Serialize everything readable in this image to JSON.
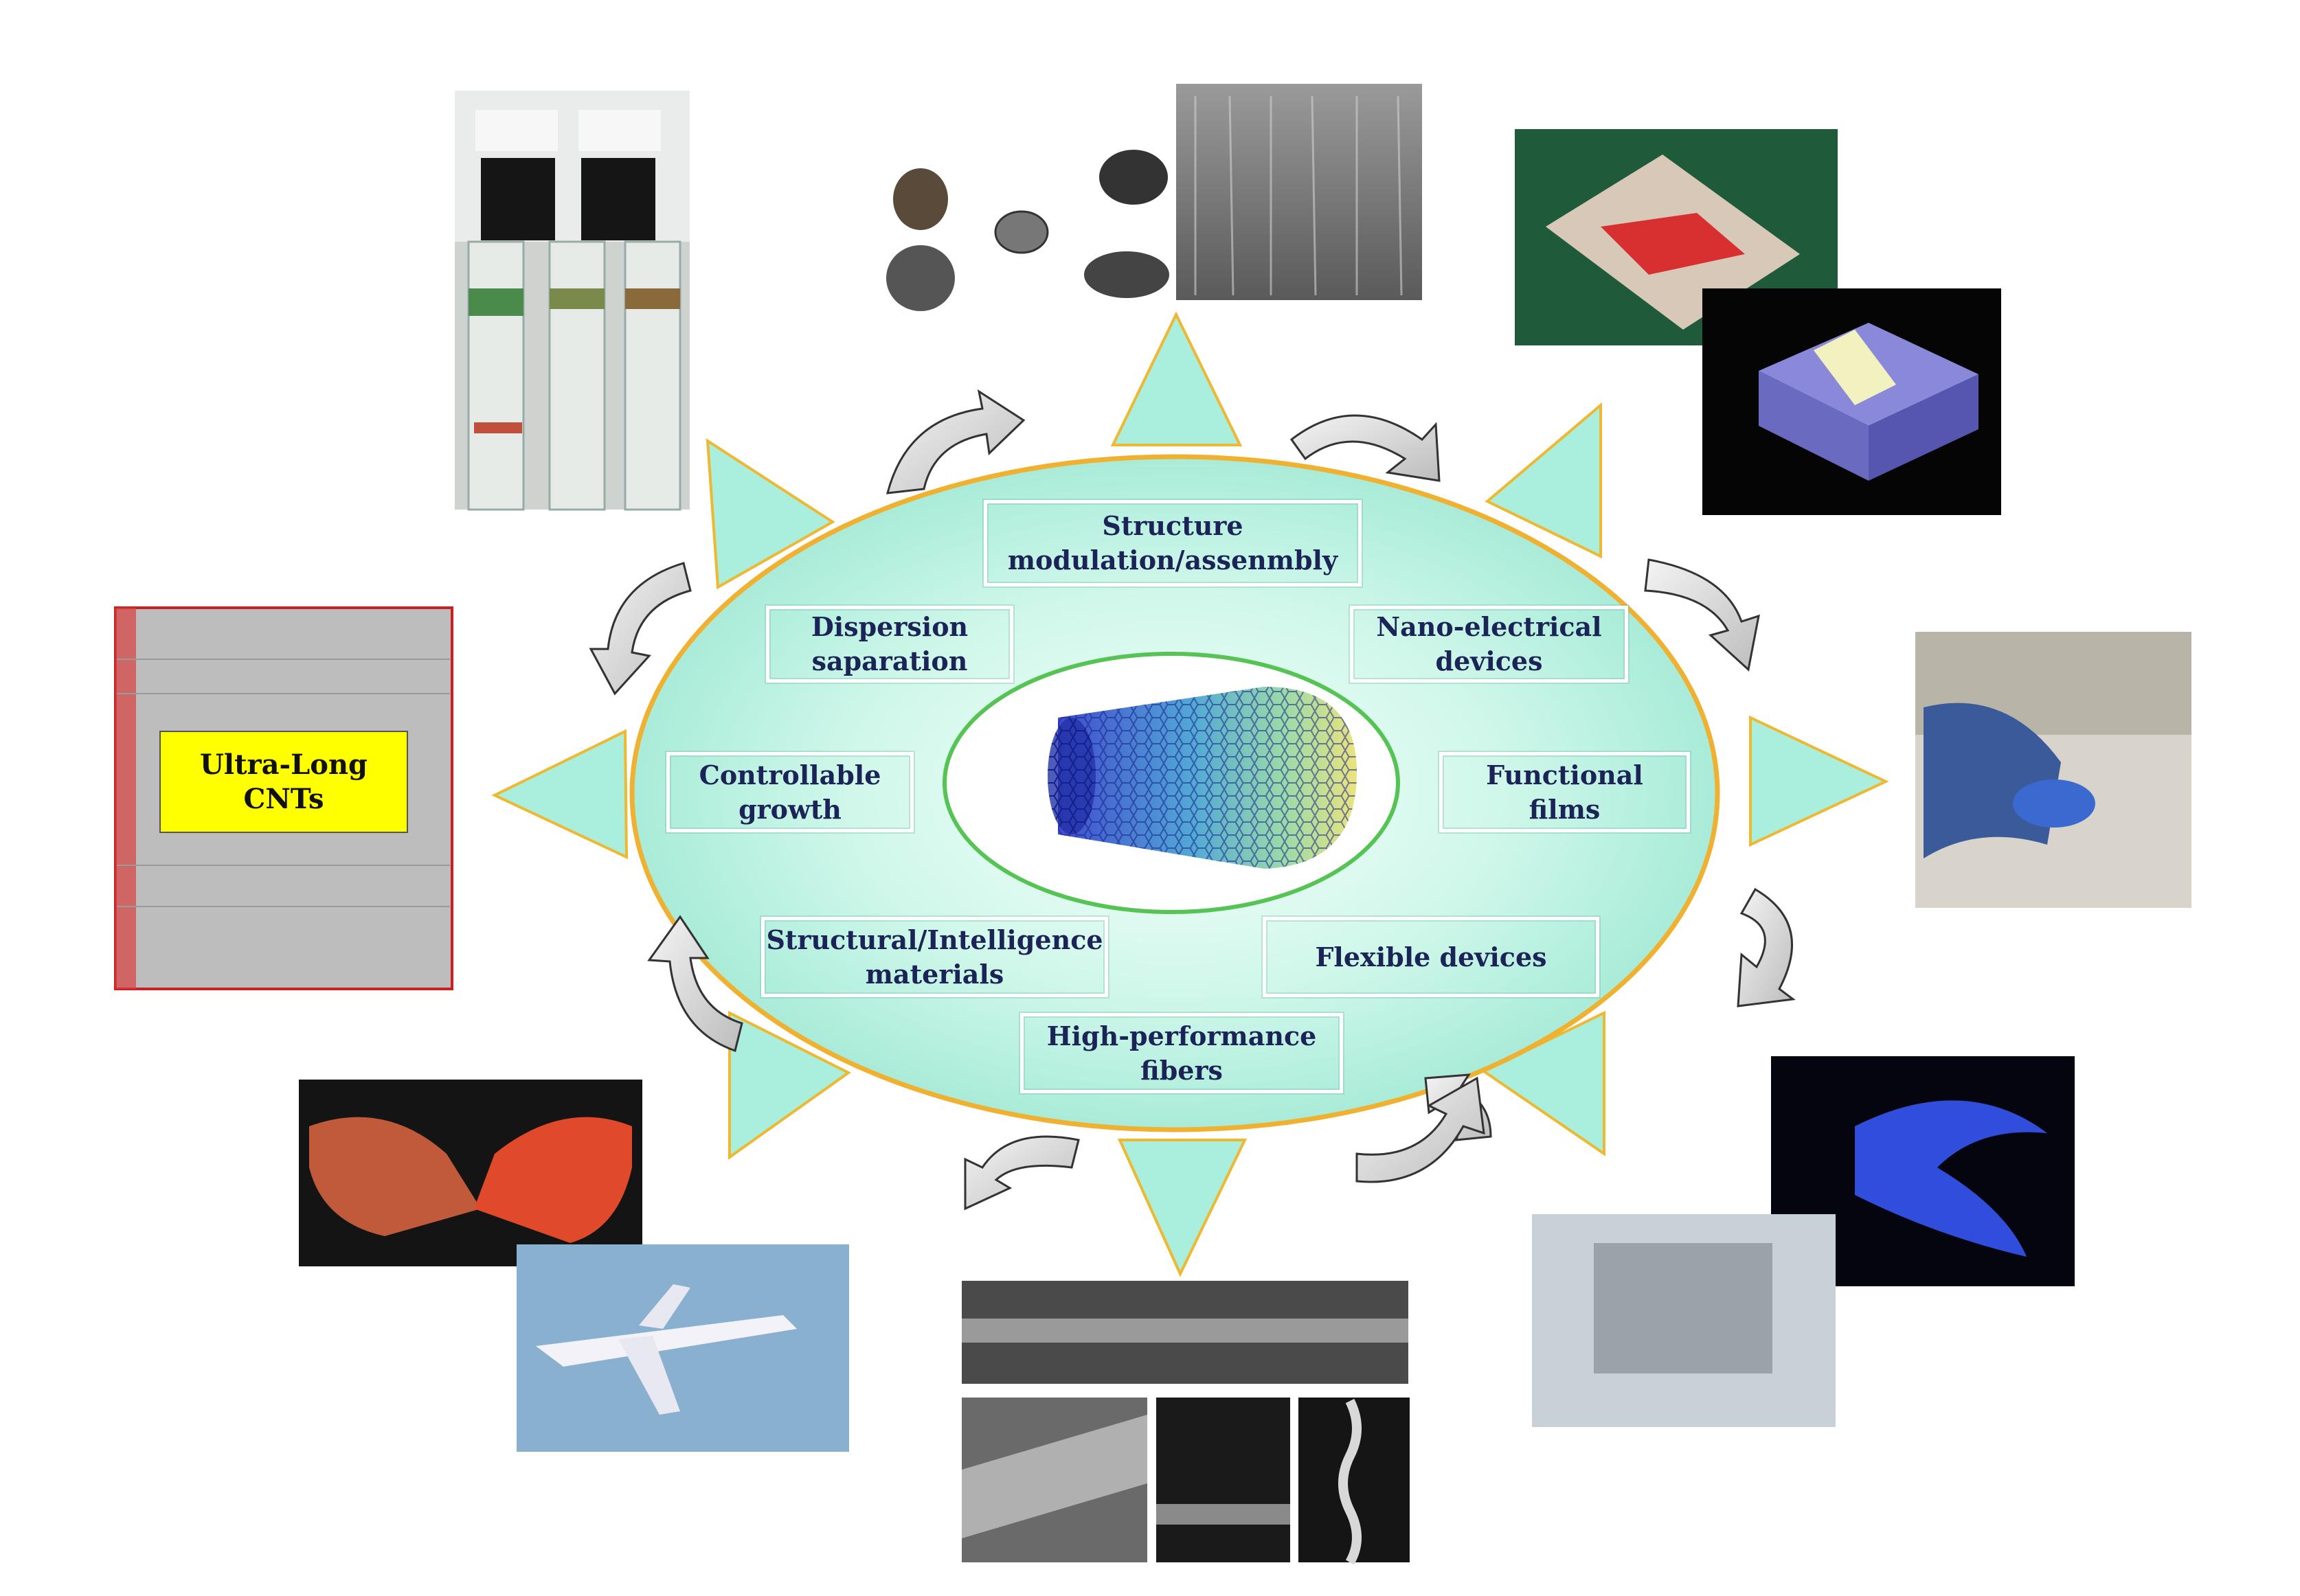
{
  "center": {
    "labels": {
      "structure": [
        "Structure",
        "modulation/assenmbly"
      ],
      "dispersion": [
        "Dispersion",
        "saparation"
      ],
      "nano_electrical": [
        "Nano-electrical",
        "devices"
      ],
      "controllable": [
        "Controllable",
        "growth"
      ],
      "functional": [
        "Functional",
        "films"
      ],
      "structural_intelligence": [
        "Structural/Intelligence",
        "materials"
      ],
      "flexible": [
        "Flexible devices"
      ],
      "fibers": [
        "High-performance",
        "fibers"
      ]
    }
  },
  "photos": {
    "ultra_long_cnts_label": [
      "Ultra-Long",
      "CNTs"
    ]
  },
  "colors": {
    "ellipse_fill": "#aef0df",
    "ellipse_border": "#f0b030",
    "inner_ring": "#55c455",
    "triangle_fill": "#aaeedd",
    "triangle_stroke": "#eeb830",
    "label_text": "#1c2457",
    "arrow_fill": "#e2e2e2"
  }
}
